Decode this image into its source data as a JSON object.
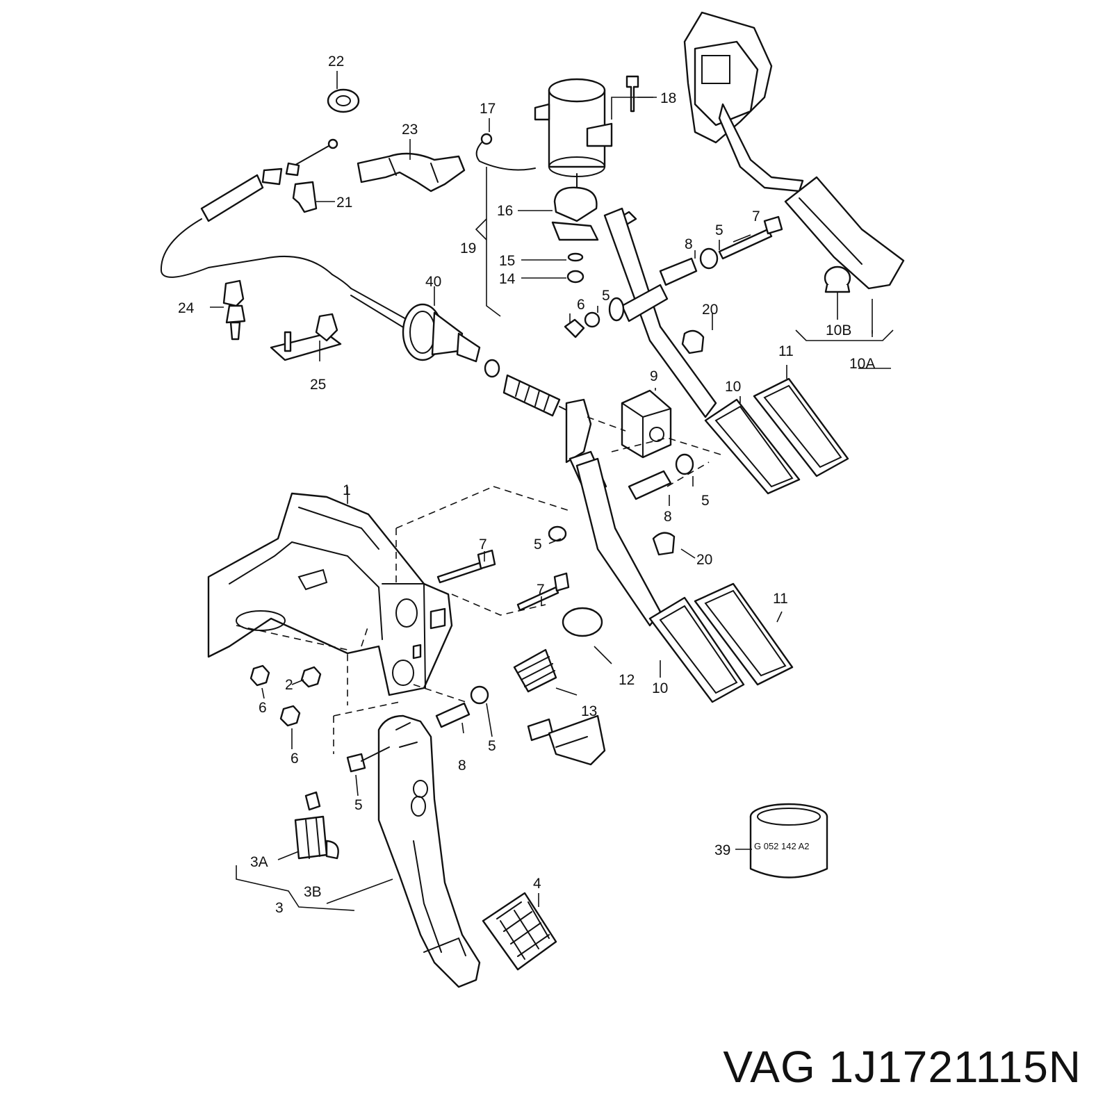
{
  "caption": "VAG 1J1721115N",
  "callouts": {
    "c1": "1",
    "c2": "2",
    "c3": "3",
    "c3a": "3A",
    "c3b": "3B",
    "c4": "4",
    "c5a": "5",
    "c5b": "5",
    "c5c": "5",
    "c5d": "5",
    "c5e": "5",
    "c5f": "5",
    "c6a": "6",
    "c6b": "6",
    "c6c": "6",
    "c7a": "7",
    "c7b": "7",
    "c7c": "7",
    "c8a": "8",
    "c8b": "8",
    "c8c": "8",
    "c9": "9",
    "c10a": "10",
    "c10b": "10",
    "c10A": "10A",
    "c10B": "10B",
    "c11a": "11",
    "c11b": "11",
    "c12": "12",
    "c13": "13",
    "c14": "14",
    "c15": "15",
    "c16": "16",
    "c17": "17",
    "c18": "18",
    "c19": "19",
    "c20a": "20",
    "c20b": "20",
    "c21": "21",
    "c22": "22",
    "c23": "23",
    "c24": "24",
    "c25": "25",
    "c39": "39",
    "c40": "40"
  },
  "ring_stamp": "G 052 142 A2"
}
